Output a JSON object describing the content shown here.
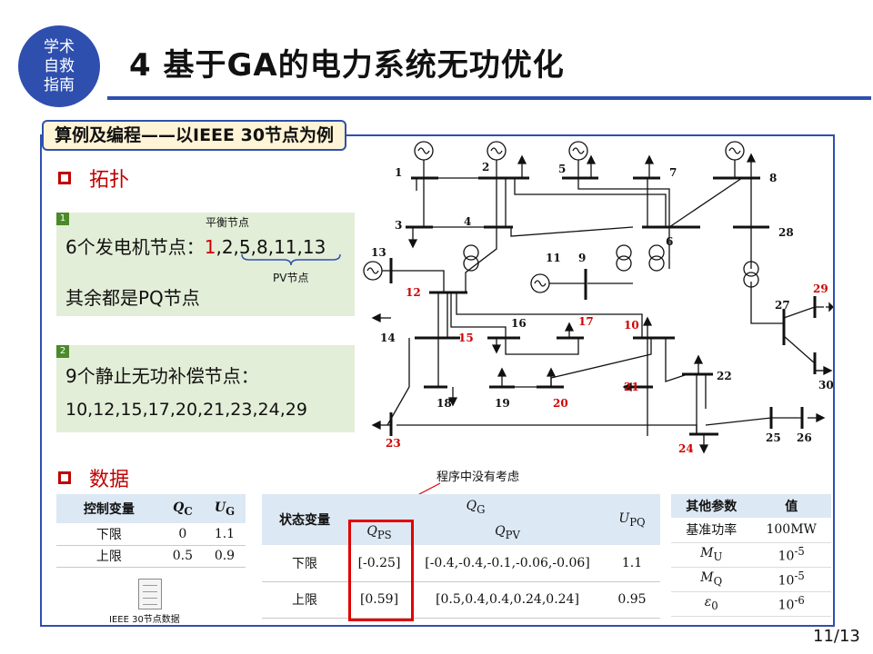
{
  "badge": {
    "lines": [
      "学术",
      "自救",
      "指南"
    ]
  },
  "title": "4 基于GA的电力系统无功优化",
  "section": "算例及编程——以IEEE 30节点为例",
  "topology": {
    "heading": "拓扑",
    "card1": {
      "num": "1",
      "balance_note": "平衡节点",
      "gen_prefix": "6个发电机节点：",
      "gen_first": "1",
      "gen_rest": ",2,5,8,11,13",
      "pv_note": "PV节点",
      "pq_line": "其余都是PQ节点"
    },
    "card2": {
      "num": "2",
      "line1": "9个静止无功补偿节点：",
      "line2": "10,12,15,17,20,21,23,24,29"
    }
  },
  "data_section": {
    "heading": "数据",
    "note": "程序中没有考虑",
    "control_table": {
      "headers": [
        "控制变量",
        "Q",
        "C",
        "U",
        "G"
      ],
      "rows": [
        [
          "下限",
          "0",
          "1.1"
        ],
        [
          "上限",
          "0.5",
          "0.9"
        ]
      ]
    },
    "state_table": {
      "header_state": "状态变量",
      "header_qg": "Q",
      "header_qg_sub": "G",
      "header_qps": "Q",
      "header_qps_sub": "PS",
      "header_qpv": "Q",
      "header_qpv_sub": "PV",
      "header_upq": "U",
      "header_upq_sub": "PQ",
      "rows": [
        [
          "下限",
          "[-0.25]",
          "[-0.4,-0.4,-0.1,-0.06,-0.06]",
          "1.1"
        ],
        [
          "上限",
          "[0.59]",
          "[0.5,0.4,0.4,0.24,0.24]",
          "0.95"
        ]
      ]
    },
    "other_table": {
      "headers": [
        "其他参数",
        "值"
      ],
      "rows": [
        [
          "基准功率",
          "100MW"
        ],
        [
          "M",
          "10",
          "U",
          "-5"
        ],
        [
          "M",
          "10",
          "Q",
          "-5"
        ],
        [
          "ε",
          "10",
          "0",
          "-6"
        ]
      ]
    },
    "file_icon_label": "IEEE 30节点数据"
  },
  "diagram": {
    "black_nodes": [
      "1",
      "2",
      "5",
      "7",
      "8",
      "3",
      "4",
      "6",
      "28",
      "13",
      "11",
      "9",
      "27",
      "16",
      "14",
      "18",
      "19",
      "22",
      "30",
      "25",
      "26"
    ],
    "red_nodes": [
      "12",
      "29",
      "17",
      "10",
      "15",
      "21",
      "20",
      "23",
      "24"
    ]
  },
  "page": "11/13",
  "colors": {
    "accent": "#2f4fae",
    "highlight": "#d00000",
    "card": "#e3eed8",
    "tag": "#fff4d6"
  }
}
